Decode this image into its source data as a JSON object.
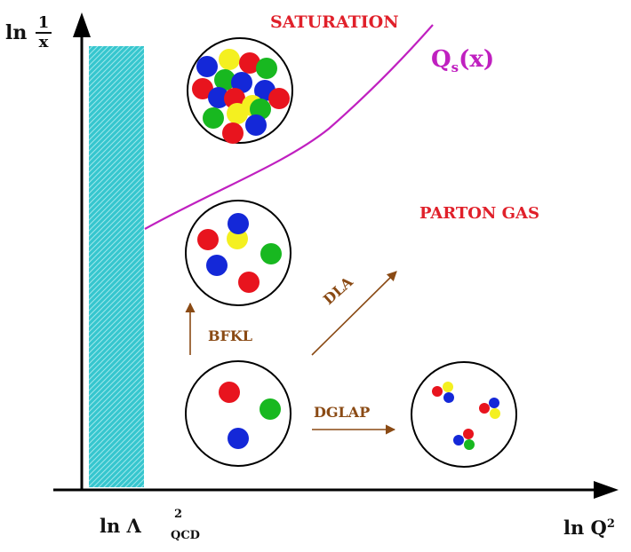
{
  "axes": {
    "y_label_prefix": "ln",
    "y_label_frac_num": "1",
    "y_label_frac_den": "x",
    "x_label_main": "ln Q",
    "x_label_sup": "2",
    "x_tick_prefix": "ln Λ",
    "x_tick_sup": "2",
    "x_tick_sub": "QCD"
  },
  "regions": {
    "saturation": "SATURATION",
    "parton_gas": "PARTON GAS"
  },
  "curve": {
    "label_main": "Q",
    "label_sub": "s",
    "label_arg": "(x)",
    "color": "#c020c0"
  },
  "evolution": {
    "bfkl": "BFKL",
    "dla": "DLA",
    "dglap": "DGLAP",
    "arrow_color": "#8a4a14"
  },
  "colors": {
    "text_red": "#e0202a",
    "band": "#3cc8d0",
    "parton_red": "#e8141e",
    "parton_green": "#18b820",
    "parton_blue": "#1428d8",
    "parton_yellow": "#f4f020"
  }
}
